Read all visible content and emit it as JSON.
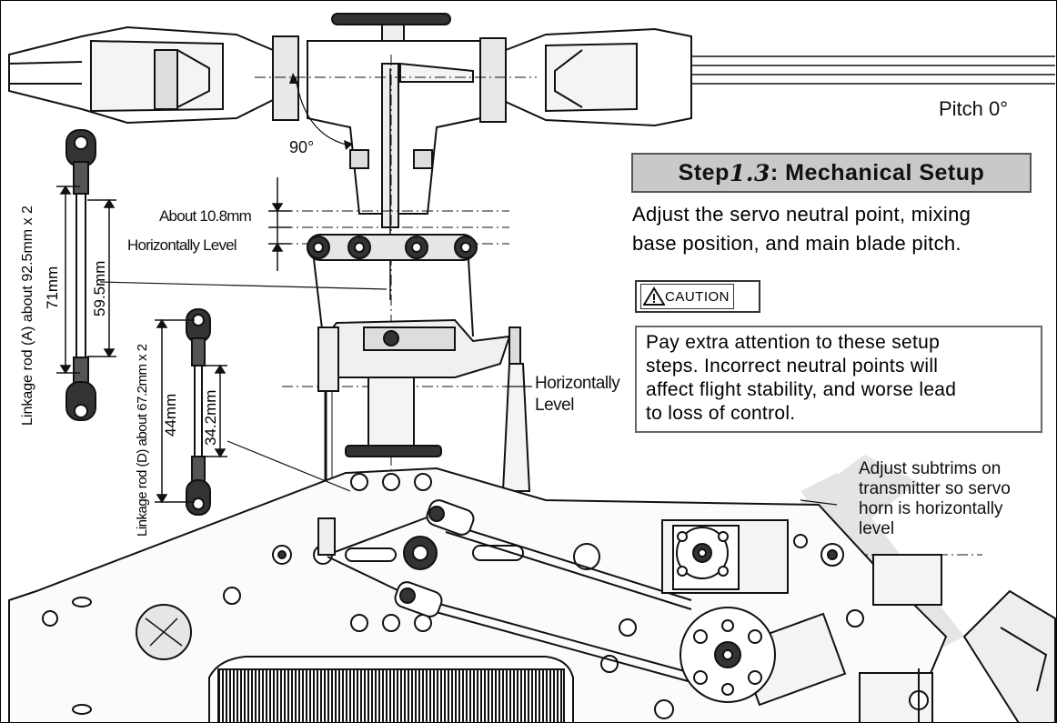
{
  "step": {
    "prefix": "Step",
    "number": "1.3",
    "title": " : Mechanical Setup"
  },
  "description": {
    "line1": "Adjust the servo neutral point, mixing",
    "line2": "base position, and main blade pitch."
  },
  "caution": {
    "label": "CAUTION",
    "icon": "warning-triangle-icon"
  },
  "notice": {
    "line1": "Pay extra attention to these setup",
    "line2": "steps.  Incorrect neutral points will",
    "line3": "affect flight stability, and worse lead",
    "line4": "to loss of control."
  },
  "labels": {
    "pitch": "Pitch 0°",
    "angle": "90°",
    "about_height": "About 10.8mm",
    "horizontally_level_left": "Horizontally Level",
    "horizontally_level_right_1": "Horizontally",
    "horizontally_level_right_2": "Level",
    "servo_note_1": "Adjust subtrims on",
    "servo_note_2": "transmitter so servo",
    "servo_note_3": "horn is horizontally",
    "servo_note_4": "level"
  },
  "rod_a": {
    "caption": "Linkage rod (A) about 92.5mm x 2",
    "dim_outer": "71mm",
    "dim_inner": "59.5mm"
  },
  "rod_d": {
    "caption": "Linkage rod (D) about 67.2mm x 2",
    "dim_outer": "44mm",
    "dim_inner": "34.2mm"
  },
  "colors": {
    "ink": "#111111",
    "step_box_fill": "#c9c9c9",
    "watermark": "#cfcfcf"
  }
}
